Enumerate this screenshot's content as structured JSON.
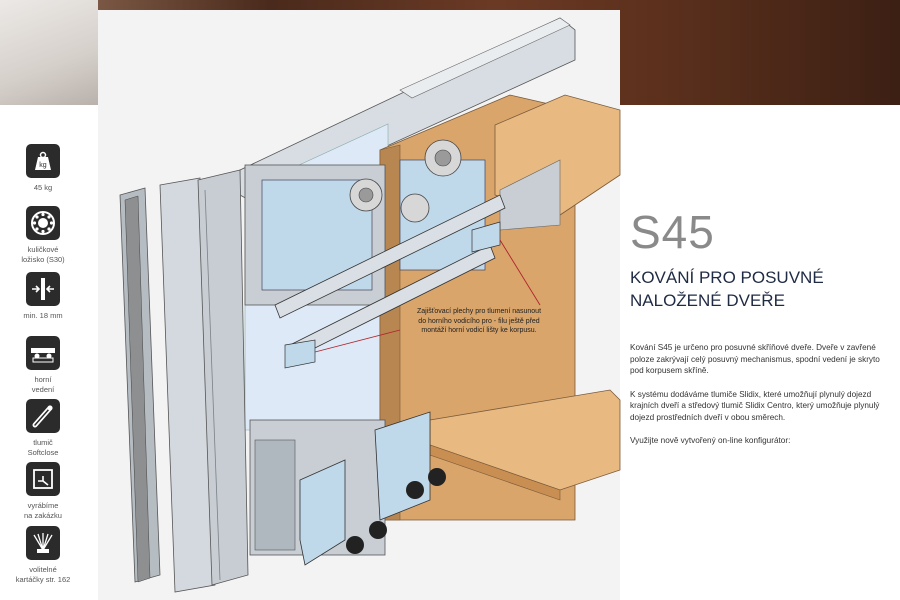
{
  "features": [
    {
      "icon": "weight-icon",
      "label": "45 kg"
    },
    {
      "icon": "ball-bearing-icon",
      "label": "kuličkové\nložisko (S30)"
    },
    {
      "icon": "thickness-icon",
      "label": "min. 18 mm"
    },
    {
      "icon": "top-guide-icon",
      "label": "horní\nvedení"
    },
    {
      "icon": "damper-icon",
      "label": "tlumič\nSoftclose"
    },
    {
      "icon": "custom-made-icon",
      "label": "vyrábíme\nna zakázku"
    },
    {
      "icon": "brush-icon",
      "label": "volitelné\nkartáčky str. 162"
    }
  ],
  "weight_icon_text": "kg",
  "model": "S45",
  "title": "KOVÁNÍ PRO POSUVNÉ NALOŽENÉ DVEŘE",
  "paragraphs": [
    "Kování S45 je určeno pro posuvné skříňové dveře. Dveře v zavřené poloze zakrývají celý posuvný mechanismus, spodní vedení je skryto pod korpusem skříně.",
    "K systému dodáváme tlumiče Slidix, které umožňují plynulý dojezd krajních dveří a středový tlumič Slidix Centro, který umožňuje plynulý dojezd prostředních dveří v obou směrech.",
    "Využijte nově vytvořený on-line konfigurátor:"
  ],
  "callout": "Zajišťovací plechy pro tlumení nasunout do horního vodicího pro - filu ještě před montáží horní vodicí lišty ke korpusu.",
  "colors": {
    "title": "#1f2a44",
    "model": "#8a8a8a",
    "icon_bg": "#2b2b2b",
    "wood": "#d9a56b",
    "aluminium": "#c8ced4",
    "metal_blue": "#bfd8ea"
  }
}
